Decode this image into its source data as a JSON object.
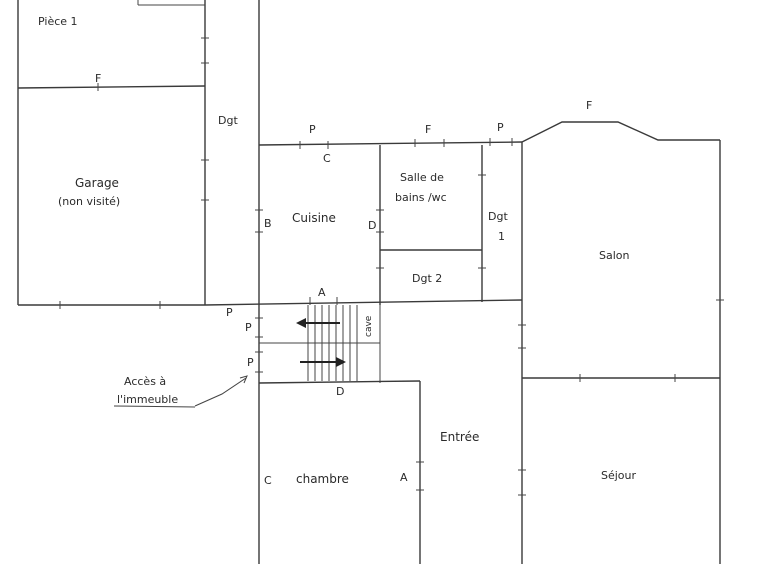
{
  "rooms": {
    "piece1": "Pièce 1",
    "garage_line1": "Garage",
    "garage_line2": "(non visité)",
    "dgt": "Dgt",
    "cuisine": "Cuisine",
    "sdb_line1": "Salle de",
    "sdb_line2": "bains /wc",
    "dgt1_line1": "Dgt",
    "dgt1_line2": "1",
    "dgt2": "Dgt 2",
    "salon": "Salon",
    "cave": "cave",
    "acces_line1": "Accès à",
    "acces_line2": "l'immeuble",
    "entree": "Entrée",
    "chambre": "chambre",
    "sejour": "Séjour"
  },
  "markers": {
    "F": "F",
    "P": "P",
    "C": "C",
    "B": "B",
    "D": "D",
    "A": "A"
  },
  "colors": {
    "line": "#3a3a3a",
    "text": "#2a2a2a",
    "paper": "#ffffff"
  }
}
